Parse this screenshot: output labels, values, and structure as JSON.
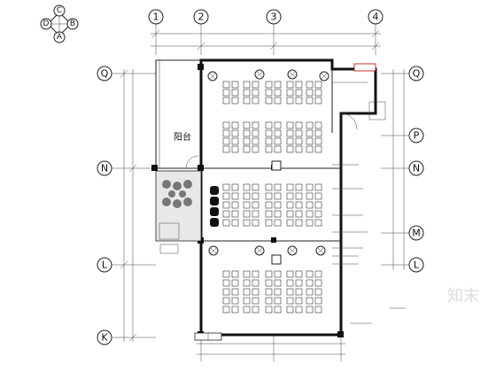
{
  "compass": {
    "north": "C",
    "west": "D",
    "east": "B",
    "south": "A"
  },
  "column_axes": [
    "1",
    "2",
    "3",
    "4"
  ],
  "row_axes": [
    "Q",
    "P",
    "N",
    "M",
    "L",
    "K"
  ],
  "balcony_label": "阳台",
  "watermark": "知末"
}
